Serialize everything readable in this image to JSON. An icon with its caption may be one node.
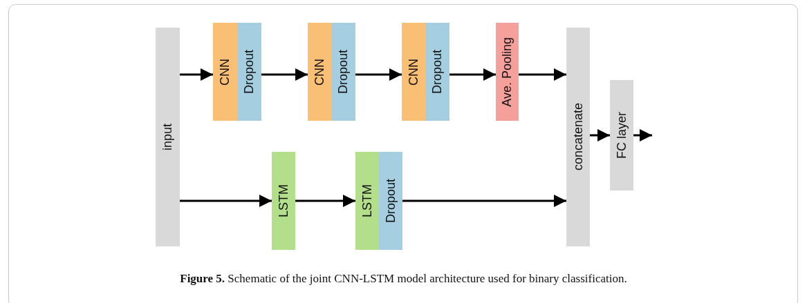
{
  "diagram": {
    "caption": "**Figure 5.** Schematic of the joint CNN-LSTM model architecture used for binary classification.",
    "nodes": [
      {
        "text": [
          "input"
        ]
      },
      {
        "text": [
          "CNN"
        ]
      },
      {
        "text": [
          "Dropout"
        ]
      },
      {
        "text": [
          "CNN"
        ]
      },
      {
        "text": [
          "Dropout"
        ]
      },
      {
        "text": [
          "CNN"
        ]
      },
      {
        "text": [
          "Dropout"
        ]
      },
      {
        "text": [
          "Ave. Pooling"
        ]
      },
      {
        "text": [
          "concatenate"
        ]
      },
      {
        "text": [
          "FC layer"
        ]
      },
      {
        "text": [
          "LSTM"
        ]
      },
      {
        "text": [
          "LSTM"
        ]
      },
      {
        "text": [
          "Dropout"
        ]
      }
    ],
    "edges": [
      {
        "from": 0,
        "to": 1,
        "arrow": "to"
      },
      {
        "from": 2,
        "to": 3,
        "arrow": "to"
      },
      {
        "from": 4,
        "to": 5,
        "arrow": "to"
      },
      {
        "from": 6,
        "to": 7,
        "arrow": "to"
      },
      {
        "from": 7,
        "to": 8,
        "arrow": "to"
      },
      {
        "from": 0,
        "to": 10,
        "arrow": "to"
      },
      {
        "from": 10,
        "to": 11,
        "arrow": "to"
      },
      {
        "from": 12,
        "to": 8,
        "arrow": "to"
      },
      {
        "from": 8,
        "to": 9,
        "arrow": "to"
      },
      {
        "from": 9,
        "to": null,
        "arrow": "to"
      }
    ]
  }
}
